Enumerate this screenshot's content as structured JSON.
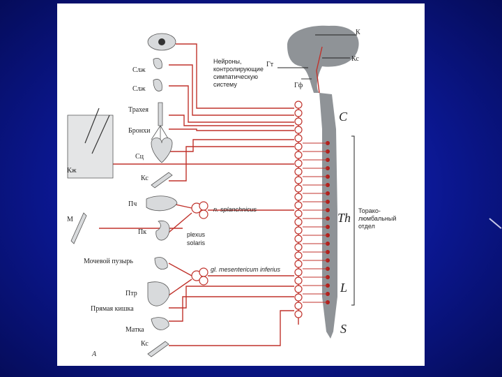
{
  "labels": {
    "brain_k": "К",
    "brain_kc": "Кс",
    "brain_gt": "Гт",
    "brain_gf": "Гф",
    "neurons": [
      "Нейроны,",
      "контролирующие",
      "симпатическую",
      "систему"
    ],
    "region_c": "C",
    "region_th": "Th",
    "region_l": "L",
    "region_s": "S",
    "thoraco": [
      "Торако-",
      "люмбальный",
      "отдел"
    ],
    "organs": {
      "slzh1": "Слж",
      "slzh2": "Слж",
      "trachea": "Трахея",
      "bronchi": "Бронхи",
      "sc": "Сц",
      "kc1": "Кс",
      "pch": "Пч",
      "pk": "Пк",
      "bladder": "Мочевой пузырь",
      "ptr": "Птр",
      "rectum": "Прямая кишка",
      "uterus": "Матка",
      "kc2": "Кс",
      "kzh": "Кж",
      "m": "М"
    },
    "splanchnicus": "n. splanchnicus",
    "plexus": [
      "plexus",
      "solaris"
    ],
    "mesentericum": "gl. mesentericum inferius",
    "figure_letter": "А"
  },
  "colors": {
    "nerve": "#c0322b",
    "background": "#0b1790",
    "panel": "#ffffff"
  }
}
